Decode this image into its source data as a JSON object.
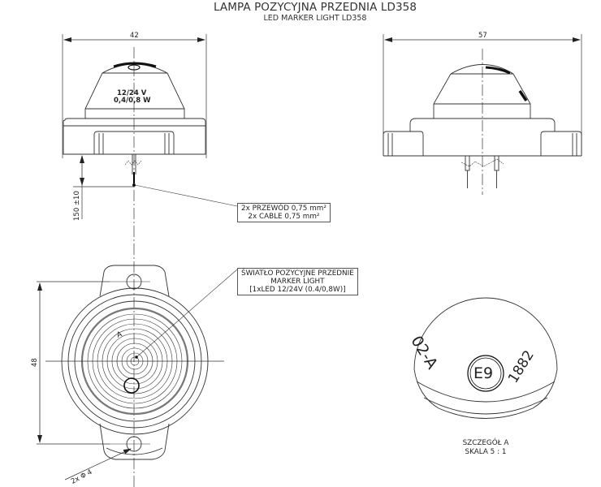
{
  "title": {
    "main": "LAMPA POZYCYJNA PRZEDNIA LD358",
    "sub": "LED MARKER LIGHT LD358"
  },
  "front_view": {
    "width_dim": "42",
    "lens_text_line1": "12/24 V",
    "lens_text_line2": "0,4/0,8 W",
    "cable_length_dim": "150 ±10"
  },
  "side_view": {
    "width_dim": "57"
  },
  "cable_note": {
    "line1": "2x PRZEWÓD 0,75 mm²",
    "line2": "2x CABLE 0,75 mm²"
  },
  "light_note": {
    "line1": "ŚWIATŁO POZYCYJNE PRZEDNIE",
    "line2": "MARKER LIGHT",
    "line3": "[1xLED 12/24V (0.4/0,8W)]"
  },
  "top_view": {
    "height_dim": "48",
    "hole_dim": "2x Φ 4",
    "detail_marker": "A"
  },
  "detail_a": {
    "marking_left": "02-A",
    "marking_emark": "E9",
    "marking_right": "1882",
    "label_line1": "SZCZEGÓŁ A",
    "label_line2": "SKALA 5 : 1"
  },
  "colors": {
    "line": "#333333",
    "background": "#ffffff"
  }
}
